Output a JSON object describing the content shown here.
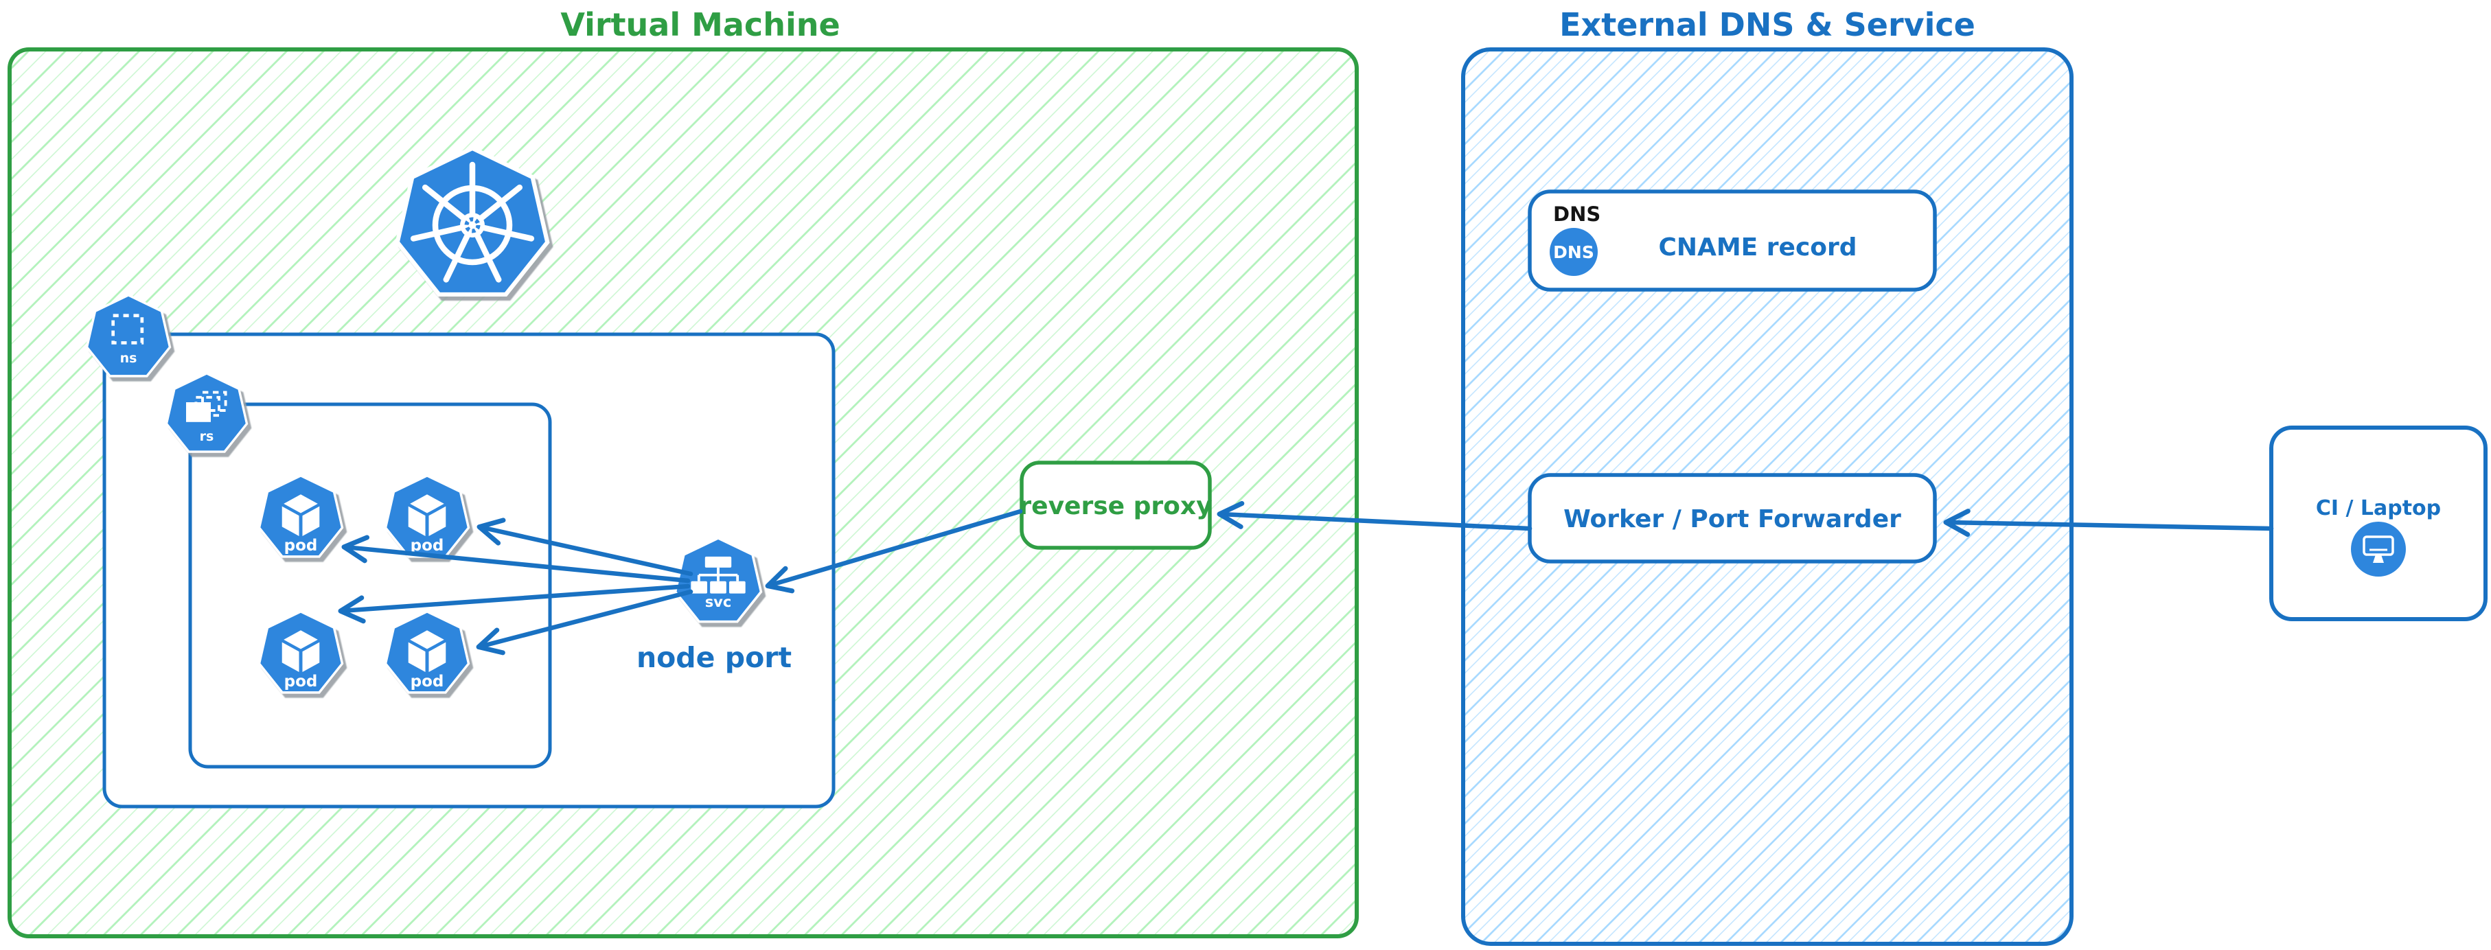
{
  "regions": {
    "vm": {
      "title": "Virtual Machine"
    },
    "external": {
      "title": "External DNS & Service"
    }
  },
  "nodes": {
    "reverse_proxy": {
      "label": "reverse proxy"
    },
    "node_port": {
      "label": "node port"
    },
    "dns": {
      "header": "DNS",
      "badge": "DNS",
      "record": "CNAME record"
    },
    "worker": {
      "label": "Worker / Port Forwarder"
    },
    "ci": {
      "label": "CI / Laptop"
    }
  },
  "k8s": {
    "namespace": "ns",
    "replicaset": "rs",
    "service": "svc",
    "pods": [
      "pod",
      "pod",
      "pod",
      "pod"
    ]
  },
  "colors": {
    "green": "#2f9e44",
    "green_hatch": "#b2f2bb",
    "blue": "#1971c2",
    "blue_hatch": "#a5d8ff",
    "k8s_blue": "#2e86dd",
    "text_black": "#141414",
    "white": "#ffffff"
  }
}
